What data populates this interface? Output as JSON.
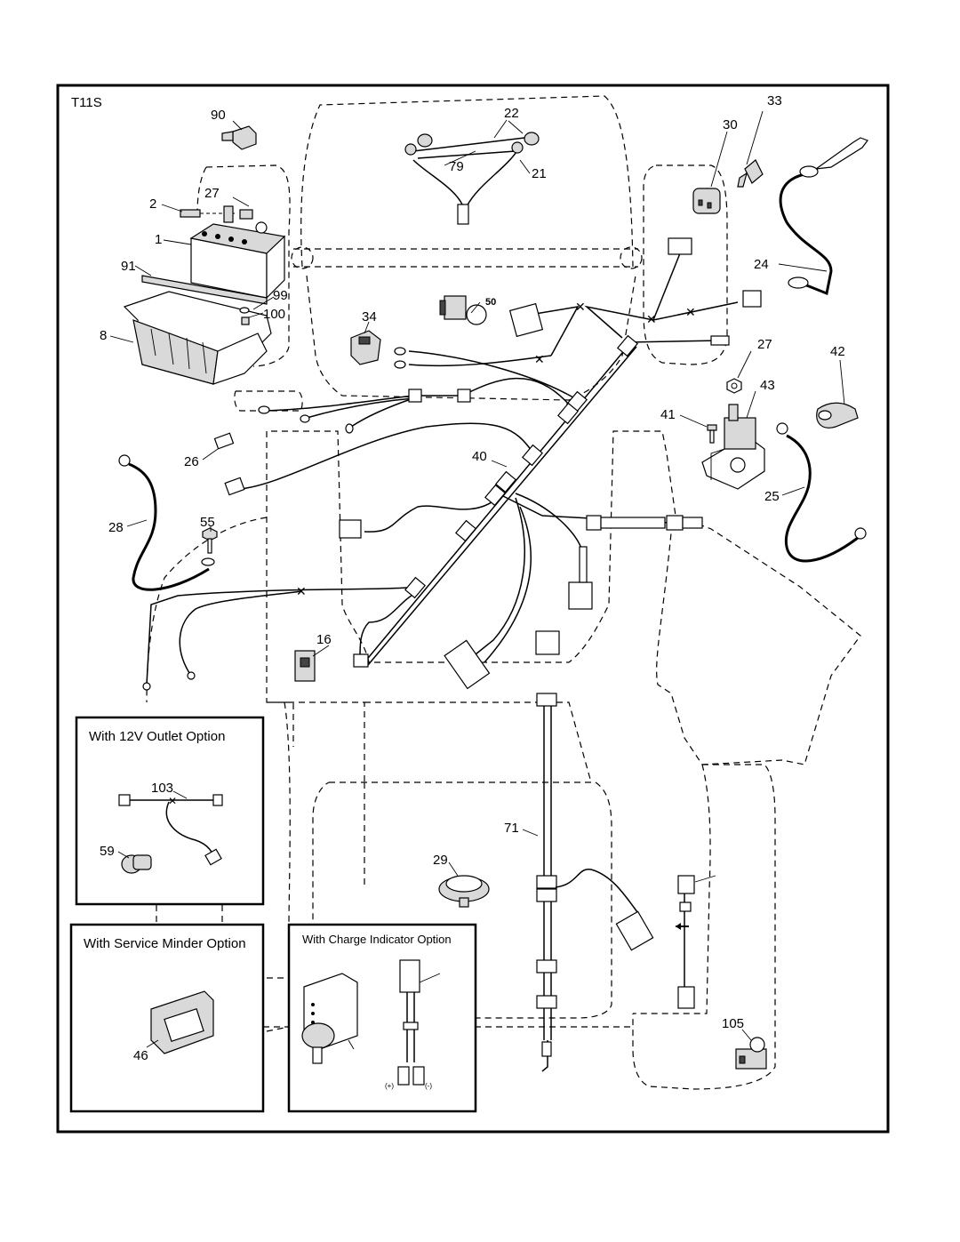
{
  "model": "T11S",
  "insets": {
    "outlet_option": "With 12V Outlet Option",
    "service_minder_option": "With Service Minder Option",
    "charge_indicator_option": "With Charge Indicator Option",
    "charge_plus": "(+)",
    "charge_minus": "(-)"
  },
  "callouts": {
    "c90": "90",
    "c22": "22",
    "c33": "33",
    "c30": "30",
    "c79": "79",
    "c21": "21",
    "c27a": "27",
    "c2": "2",
    "c1": "1",
    "c91": "91",
    "c99": "99",
    "c100": "100",
    "c8": "8",
    "c34": "34",
    "c50": "50",
    "c24": "24",
    "c27b": "27",
    "c42": "42",
    "c43": "43",
    "c41": "41",
    "c26": "26",
    "c40": "40",
    "c25": "25",
    "c28": "28",
    "c55": "55",
    "c16": "16",
    "c103": "103",
    "c59": "59",
    "c71": "71",
    "c29": "29",
    "c46": "46",
    "c105": "105"
  },
  "icons": [
    "battery",
    "battery-tray",
    "ignition-switch",
    "key",
    "solenoid",
    "fuse",
    "light-bulb",
    "seat-switch",
    "outlet",
    "hour-meter",
    "charge-indicator",
    "relay",
    "connector",
    "terminal",
    "wire-harness"
  ]
}
